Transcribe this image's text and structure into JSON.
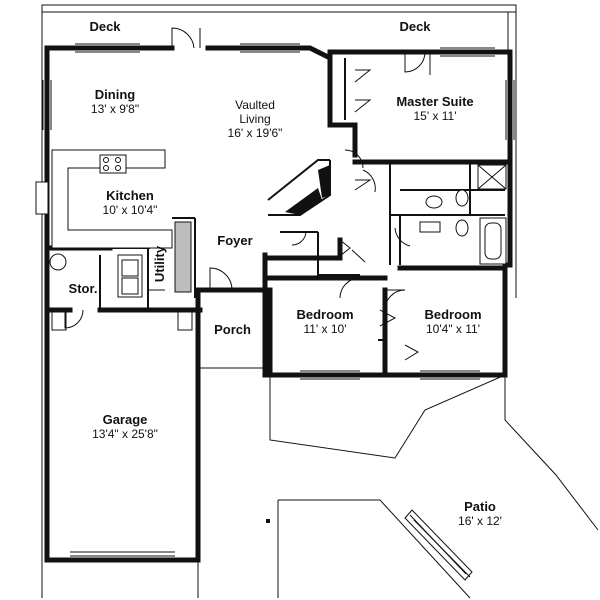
{
  "rooms": [
    {
      "id": "deck-left",
      "name": "Deck",
      "dims": ""
    },
    {
      "id": "deck-right",
      "name": "Deck",
      "dims": ""
    },
    {
      "id": "dining",
      "name": "Dining",
      "dims": "13' x 9'8\""
    },
    {
      "id": "living",
      "name": "Vaulted\nLiving",
      "dims": "16' x 19'6\""
    },
    {
      "id": "master-suite",
      "name": "Master Suite",
      "dims": "15' x 11'"
    },
    {
      "id": "kitchen",
      "name": "Kitchen",
      "dims": "10' x 10'4\""
    },
    {
      "id": "foyer",
      "name": "Foyer",
      "dims": ""
    },
    {
      "id": "utility",
      "name": "Utility",
      "dims": ""
    },
    {
      "id": "storage",
      "name": "Stor.",
      "dims": ""
    },
    {
      "id": "bedroom-1",
      "name": "Bedroom",
      "dims": "11' x 10'"
    },
    {
      "id": "bedroom-2",
      "name": "Bedroom",
      "dims": "10'4\" x 11'"
    },
    {
      "id": "porch",
      "name": "Porch",
      "dims": ""
    },
    {
      "id": "garage",
      "name": "Garage",
      "dims": "13'4\" x 25'8\""
    },
    {
      "id": "patio",
      "name": "Patio",
      "dims": "16' x 12'"
    }
  ]
}
